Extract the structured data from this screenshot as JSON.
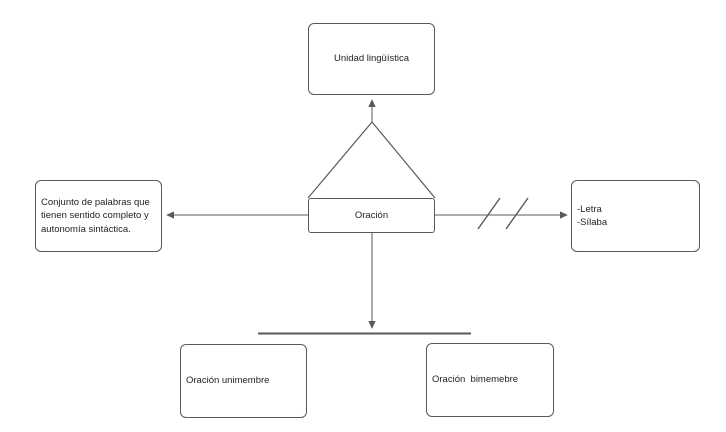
{
  "diagram": {
    "title": "Oración concept map",
    "colors": {
      "background": "#ffffff",
      "line": "#595959",
      "border": "#595959",
      "text": "#1f1f1f"
    },
    "nodes": {
      "top": {
        "label": "Unidad lingüística"
      },
      "center": {
        "label": "Oración"
      },
      "left": {
        "label": "Conjunto de palabras que\ntienen sentido completo y\nautonomía sintáctica."
      },
      "right": {
        "label": "-Letra\n-Sílaba"
      },
      "bottom_left": {
        "label": "Oración unimembre"
      },
      "bottom_right": {
        "label": "Oración  bimemebre"
      }
    }
  }
}
